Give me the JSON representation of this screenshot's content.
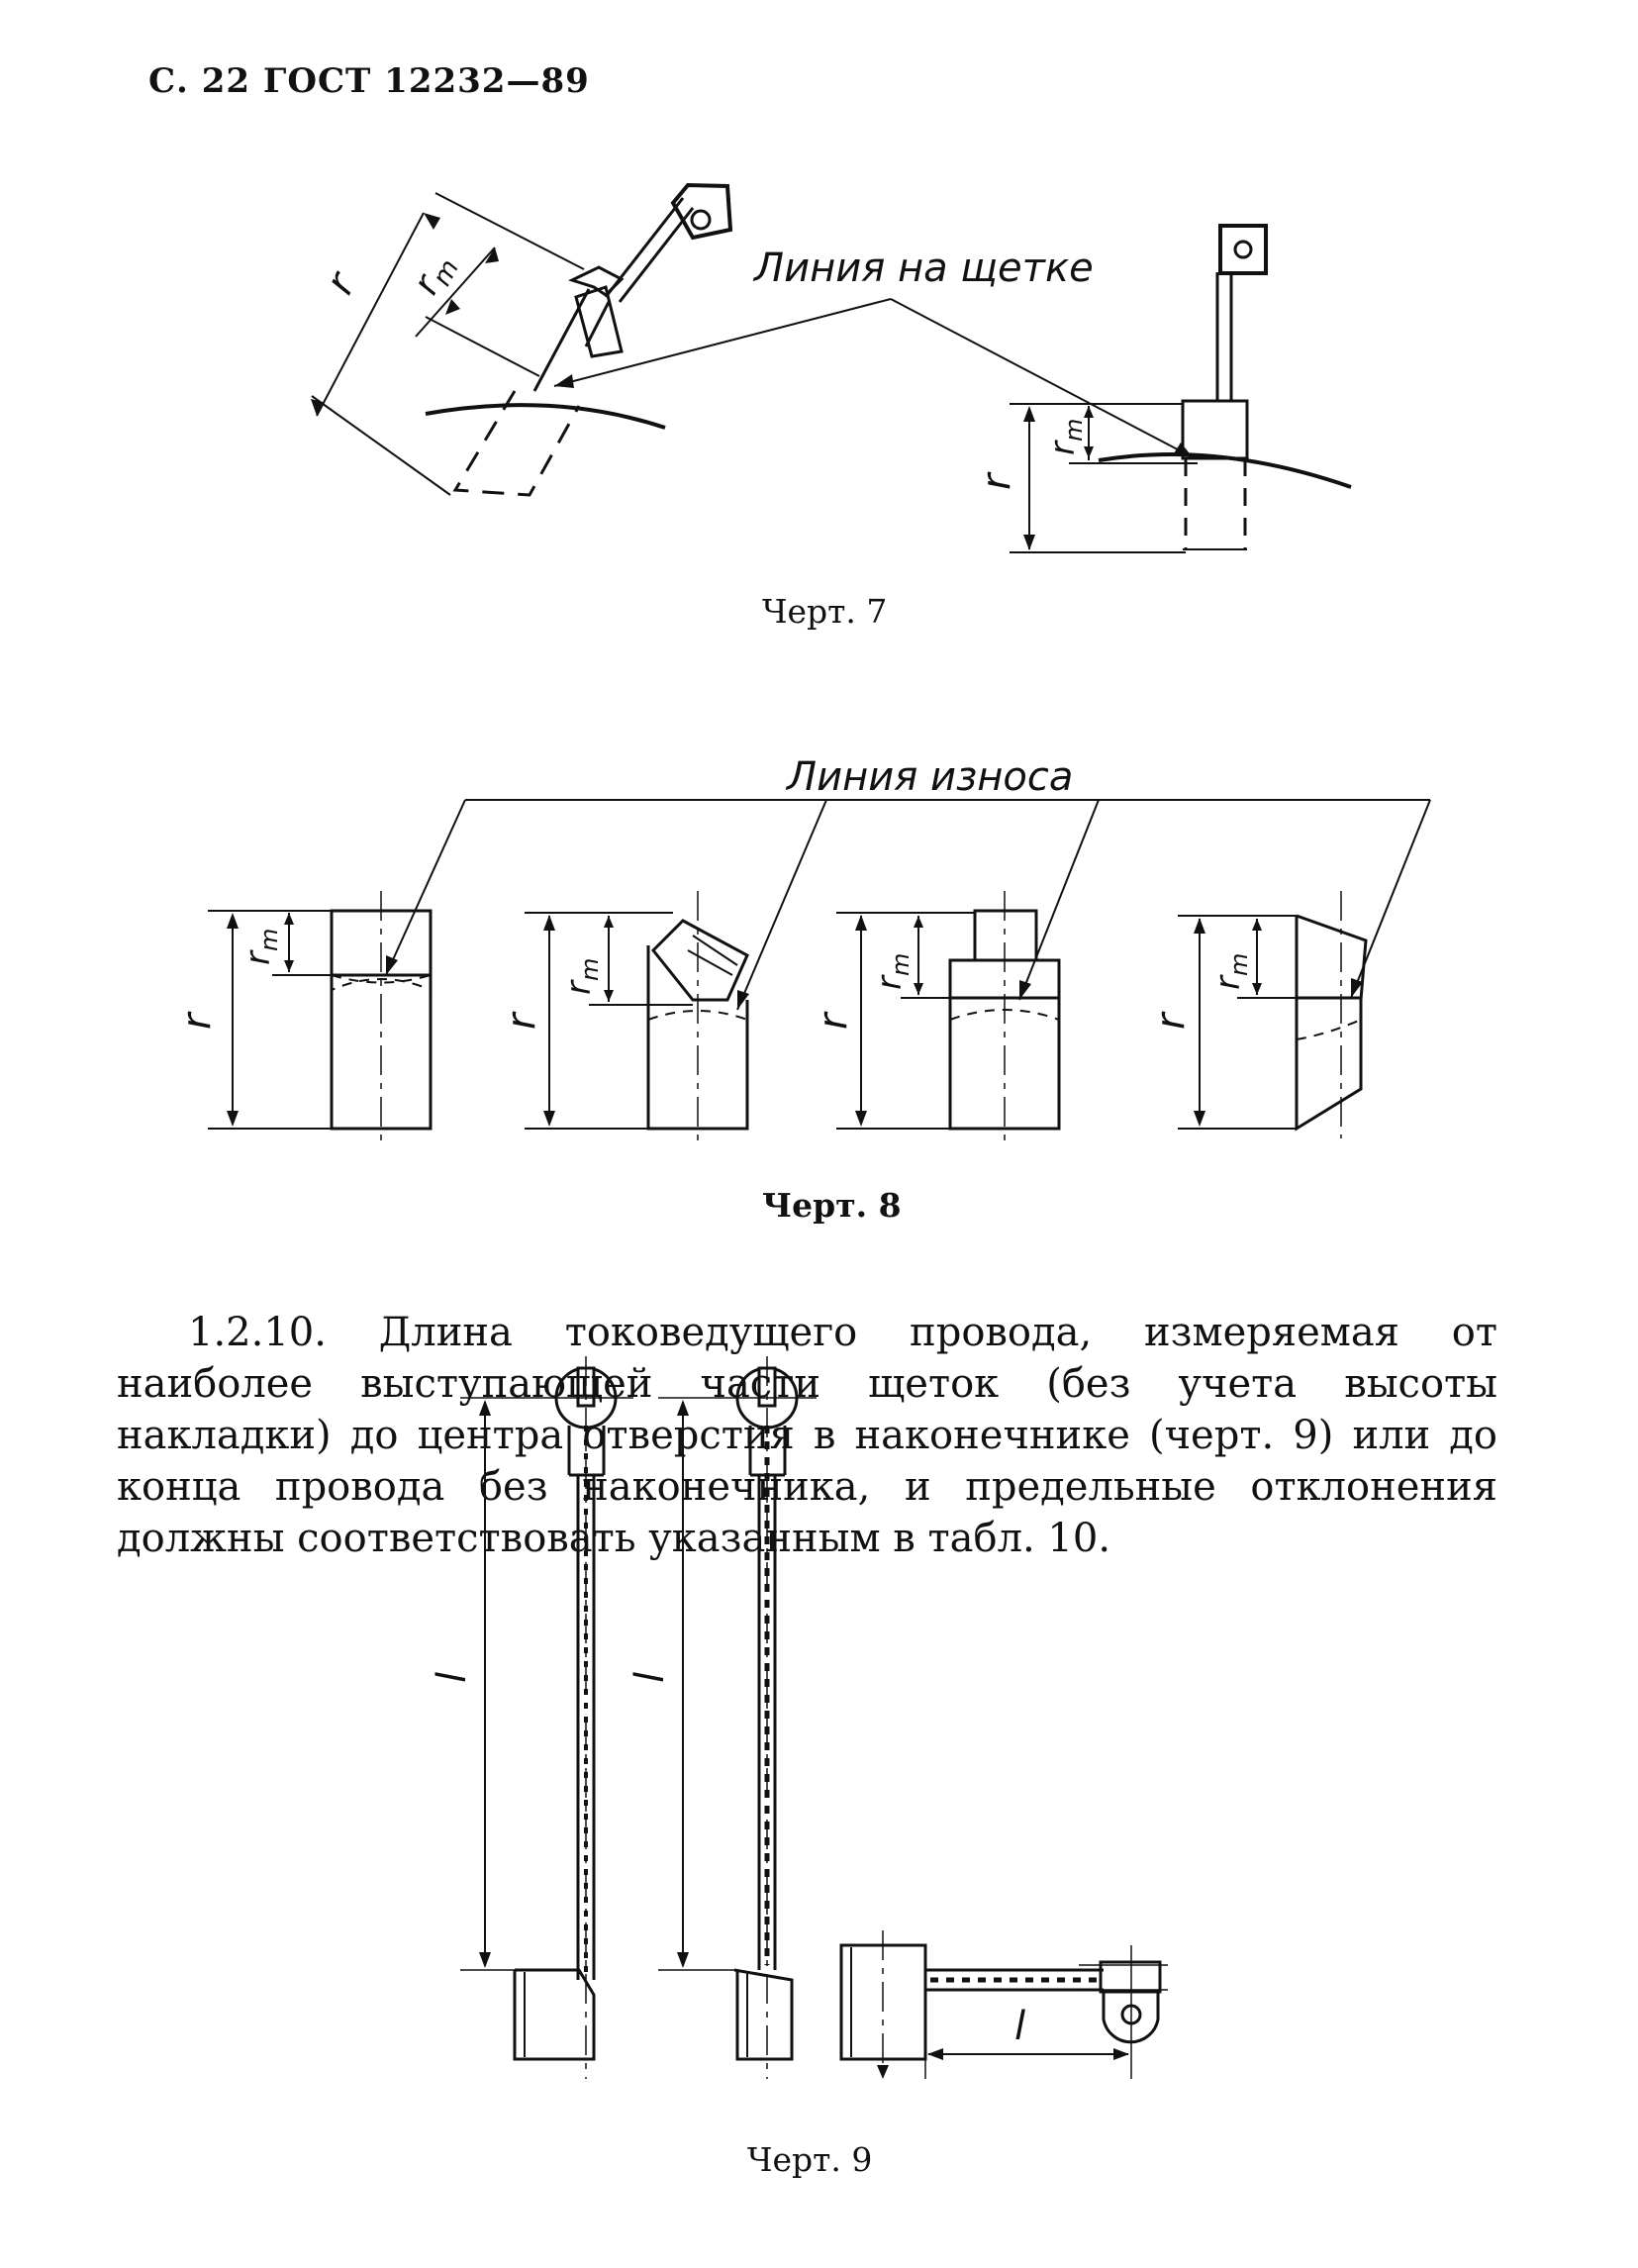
{
  "page": {
    "header": "С. 22  ГОСТ  12232—89"
  },
  "figures": [
    {
      "id": "fig7",
      "caption": "Черт. 7",
      "annotation": "Линия на щетке",
      "dim_labels": [
        "r",
        "r",
        "r",
        "r"
      ]
    },
    {
      "id": "fig8",
      "caption": "Черт. 8",
      "annotation": "Линия износа",
      "dim_labels": [
        "r",
        "r",
        "r",
        "r",
        "r",
        "r",
        "r",
        "r"
      ]
    },
    {
      "id": "fig9",
      "caption": "Черт. 9",
      "dim_labels": [
        "l",
        "l",
        "l"
      ]
    }
  ],
  "paragraph": {
    "number": "1.2.10.",
    "text": "Длина токоведущего провода, измеряемая от наиболее выступающей части щеток  (без учета высоты накладки) до центра отверстия в наконечнике (черт. 9) или до конца провода без наконечника, и предельные отклонения должны соответствовать указанным в табл. 10."
  }
}
